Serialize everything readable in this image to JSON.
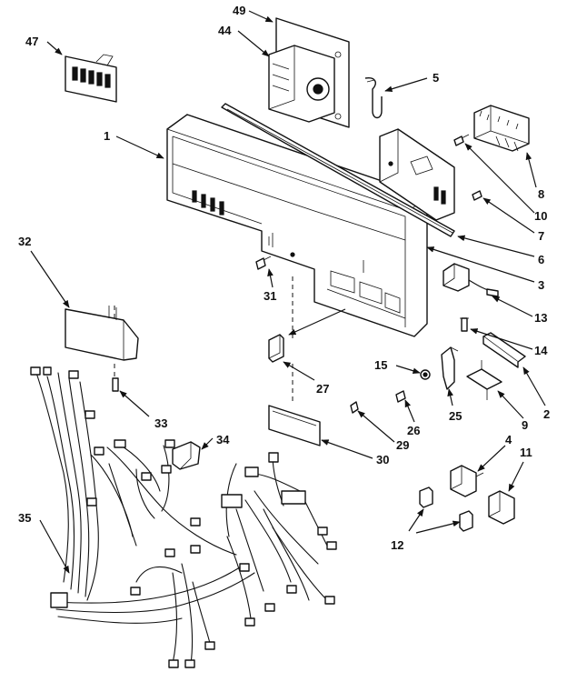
{
  "callouts": {
    "c1": "1",
    "c2": "2",
    "c3": "3",
    "c4": "4",
    "c5": "5",
    "c6": "6",
    "c7": "7",
    "c8": "8",
    "c9": "9",
    "c10": "10",
    "c11": "11",
    "c12": "12",
    "c13": "13",
    "c14": "14",
    "c15": "15",
    "c25": "25",
    "c26": "26",
    "c27": "27",
    "c29": "29",
    "c30": "30",
    "c31": "31",
    "c32": "32",
    "c33": "33",
    "c34": "34",
    "c35": "35",
    "c44": "44",
    "c47": "47",
    "c49": "49"
  }
}
